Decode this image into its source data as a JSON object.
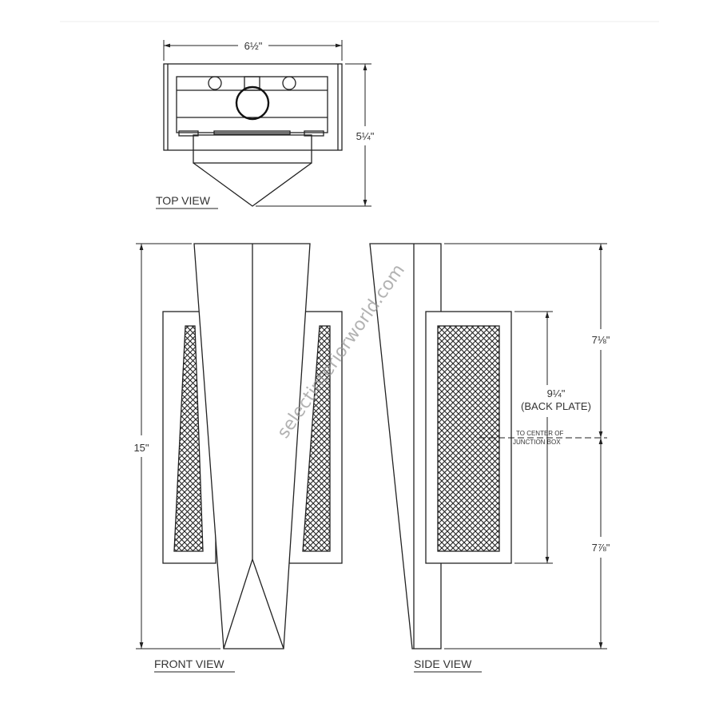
{
  "views": {
    "top": {
      "label": "TOP VIEW",
      "width_dim": "6½\"",
      "depth_dim": "5¼\""
    },
    "front": {
      "label": "FRONT VIEW",
      "height_dim": "15\""
    },
    "side": {
      "label": "SIDE VIEW",
      "back_plate_dim": "9¼\"",
      "back_plate_label": "(BACK PLATE)",
      "upper_dim": "7⅛\"",
      "lower_dim": "7⅞\"",
      "junction_note_line1": "TO CENTER OF",
      "junction_note_line2": "JUNCTION BOX"
    }
  },
  "watermark": "selectinteriorworld.com"
}
